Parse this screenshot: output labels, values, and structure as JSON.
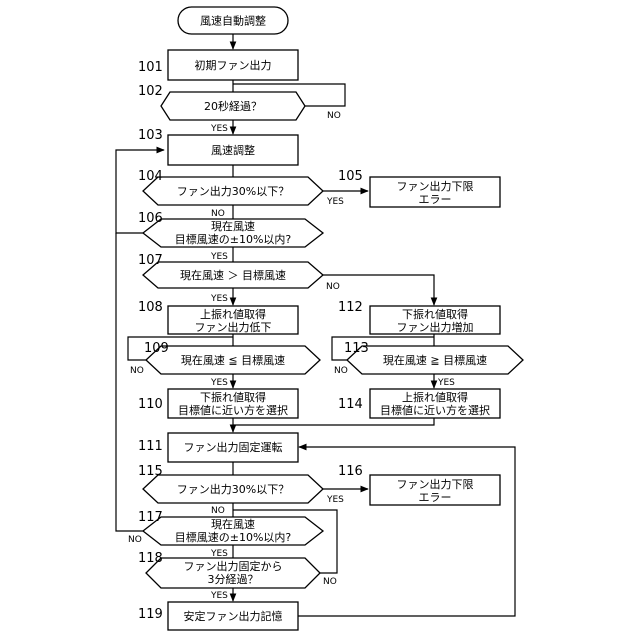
{
  "start": "風速自動調整",
  "steps": {
    "s101": "初期ファン出力",
    "s102": "20秒経過？",
    "s103": "風速調整",
    "s104": "ファン出力30%以下？",
    "s105_line1": "ファン出力下限",
    "s105_line2": "エラー",
    "s106_line1": "現在風速",
    "s106_line2": "目標風速の±10%以内?",
    "s107": "現在風速 ＞ 目標風速",
    "s108_line1": "上振れ値取得",
    "s108_line2": "ファン出力低下",
    "s109": "現在風速 ≦ 目標風速",
    "s110_line1": "下振れ値取得",
    "s110_line2": "目標値に近い方を選択",
    "s111": "ファン出力固定運転",
    "s112_line1": "下振れ値取得",
    "s112_line2": "ファン出力増加",
    "s113": "現在風速 ≧ 目標風速",
    "s114_line1": "上振れ値取得",
    "s114_line2": "目標値に近い方を選択",
    "s115": "ファン出力30%以下？",
    "s116_line1": "ファン出力下限",
    "s116_line2": "エラー",
    "s117_line1": "現在風速",
    "s117_line2": "目標風速の±10%以内?",
    "s118_line1": "ファン出力固定から",
    "s118_line2": "3分経過？",
    "s119": "安定ファン出力記憶"
  },
  "numbers": {
    "n101": "101",
    "n102": "102",
    "n103": "103",
    "n104": "104",
    "n105": "105",
    "n106": "106",
    "n107": "107",
    "n108": "108",
    "n109": "109",
    "n110": "110",
    "n111": "111",
    "n112": "112",
    "n113": "113",
    "n114": "114",
    "n115": "115",
    "n116": "116",
    "n117": "117",
    "n118": "118",
    "n119": "119"
  },
  "labels": {
    "yes": "YES",
    "no": "NO"
  }
}
